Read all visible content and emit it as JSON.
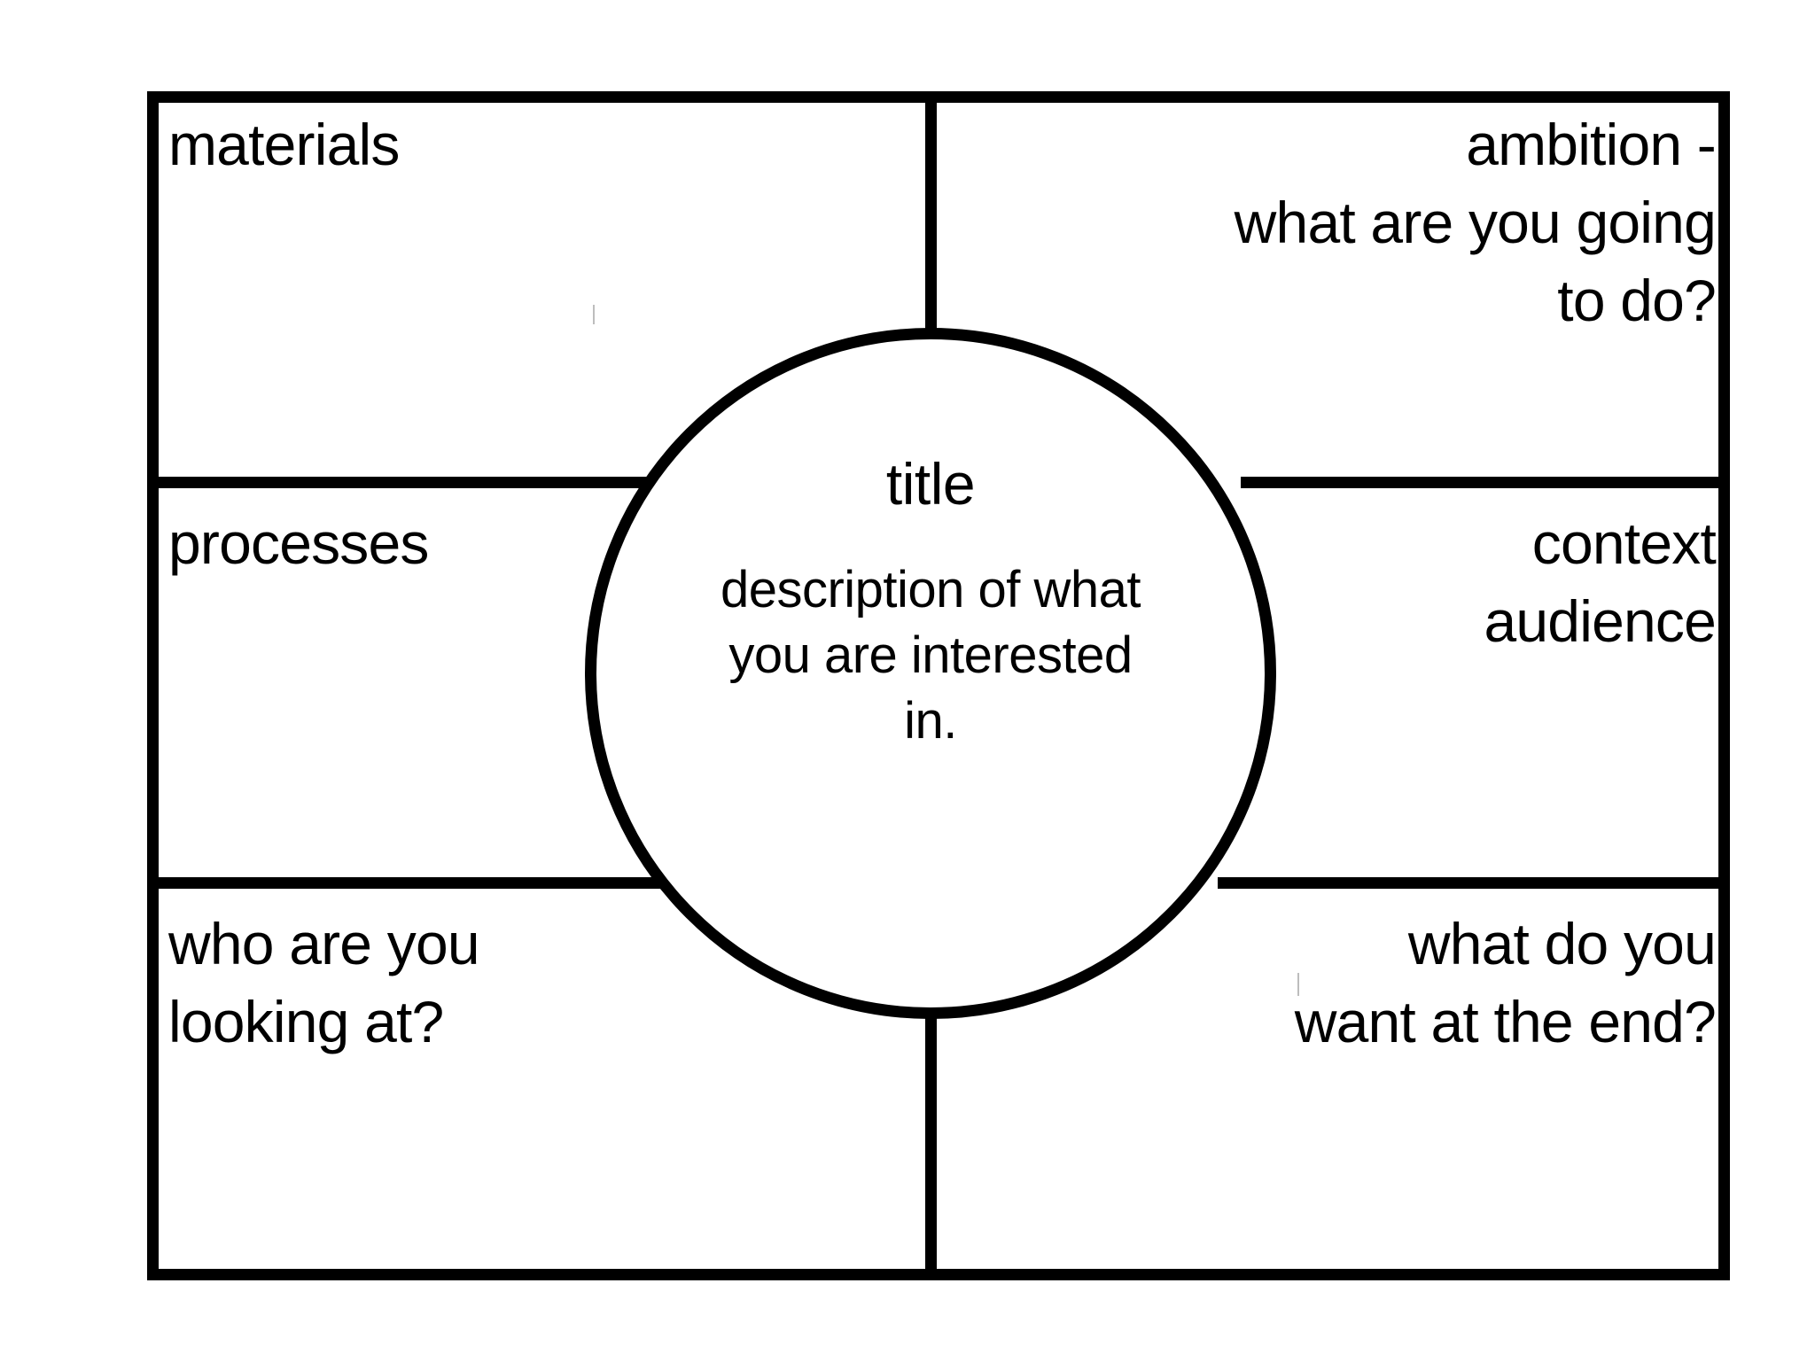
{
  "diagram": {
    "type": "project-planning-template",
    "center": {
      "title": "title",
      "description": "description of\nwhat you are\ninterested in."
    },
    "quadrants": [
      {
        "id": "materials",
        "position": "top-left",
        "align": "left",
        "text": "materials"
      },
      {
        "id": "processes",
        "position": "middle-left",
        "align": "left",
        "text": "processes"
      },
      {
        "id": "audience-who",
        "position": "bottom-left",
        "align": "left",
        "text": "who are you\nlooking at?"
      },
      {
        "id": "ambition",
        "position": "top-right",
        "align": "right",
        "text": "ambition -\nwhat are you going\nto do?"
      },
      {
        "id": "context",
        "position": "middle-right",
        "align": "right",
        "text": "context\naudience"
      },
      {
        "id": "outcome",
        "position": "bottom-right",
        "align": "right",
        "text": "what do you\nwant at the end?"
      }
    ],
    "colors": {
      "ink": "#000000",
      "background": "#ffffff"
    }
  }
}
